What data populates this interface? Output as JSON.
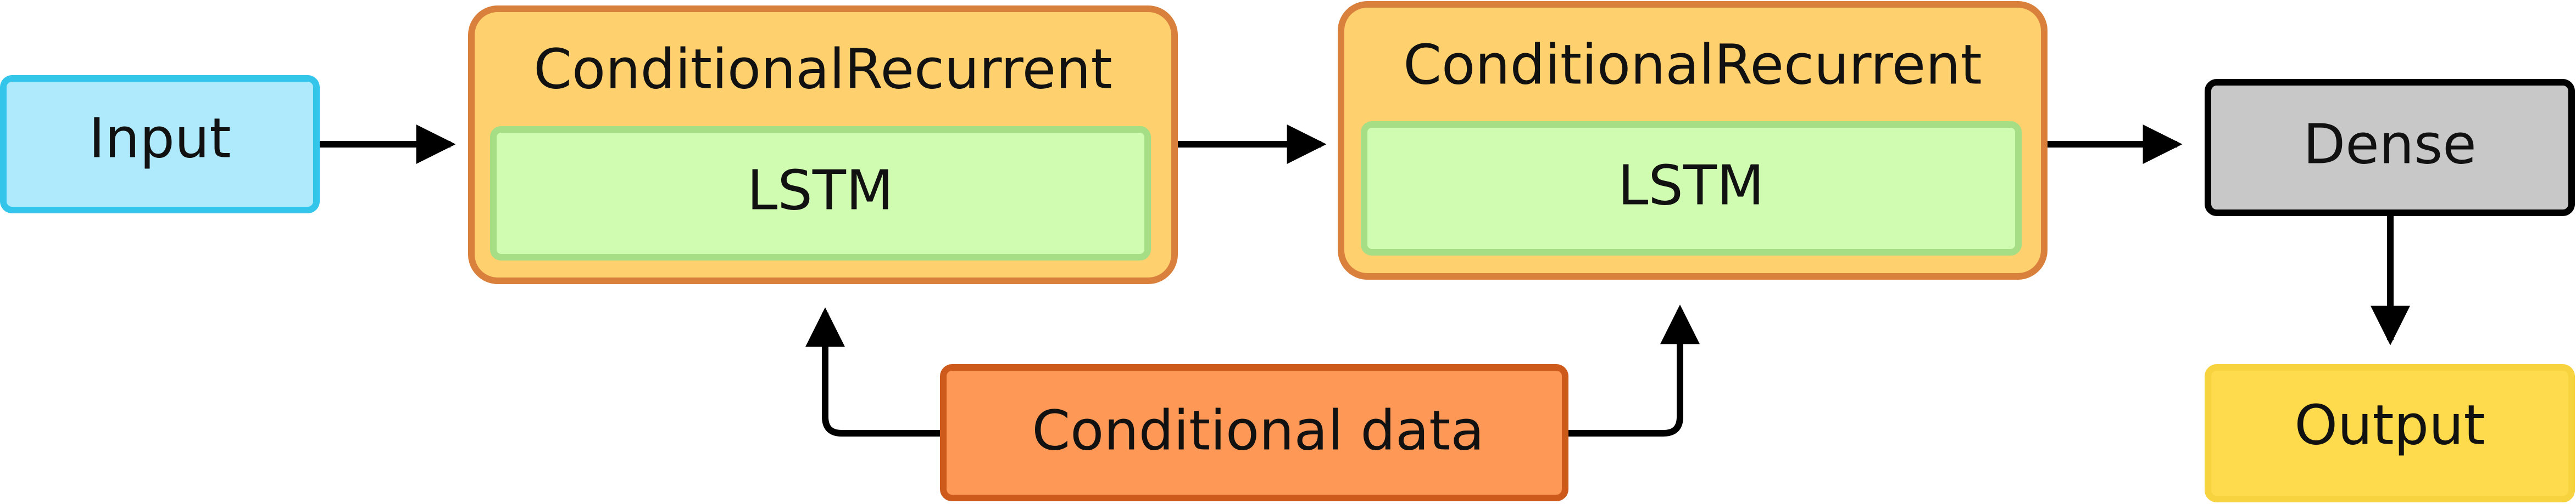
{
  "nodes": {
    "input": {
      "label": "Input"
    },
    "cond_recurrent_1": {
      "title": "ConditionalRecurrent",
      "inner": "LSTM"
    },
    "cond_recurrent_2": {
      "title": "ConditionalRecurrent",
      "inner": "LSTM"
    },
    "dense": {
      "label": "Dense"
    },
    "output": {
      "label": "Output"
    },
    "conditional_data": {
      "label": "Conditional data"
    }
  },
  "colors": {
    "input_fill": "#aeeafc",
    "input_stroke": "#33c5ea",
    "wrapper_fill": "#fed06e",
    "wrapper_stroke": "#d9803d",
    "lstm_fill": "#cffcb0",
    "lstm_stroke": "#a6de86",
    "dense_fill": "#c8c8c8",
    "dense_stroke": "#000000",
    "output_fill": "#fedb4c",
    "output_stroke": "#f6d33f",
    "cond_fill": "#fe9856",
    "cond_stroke": "#cd5a1b"
  }
}
